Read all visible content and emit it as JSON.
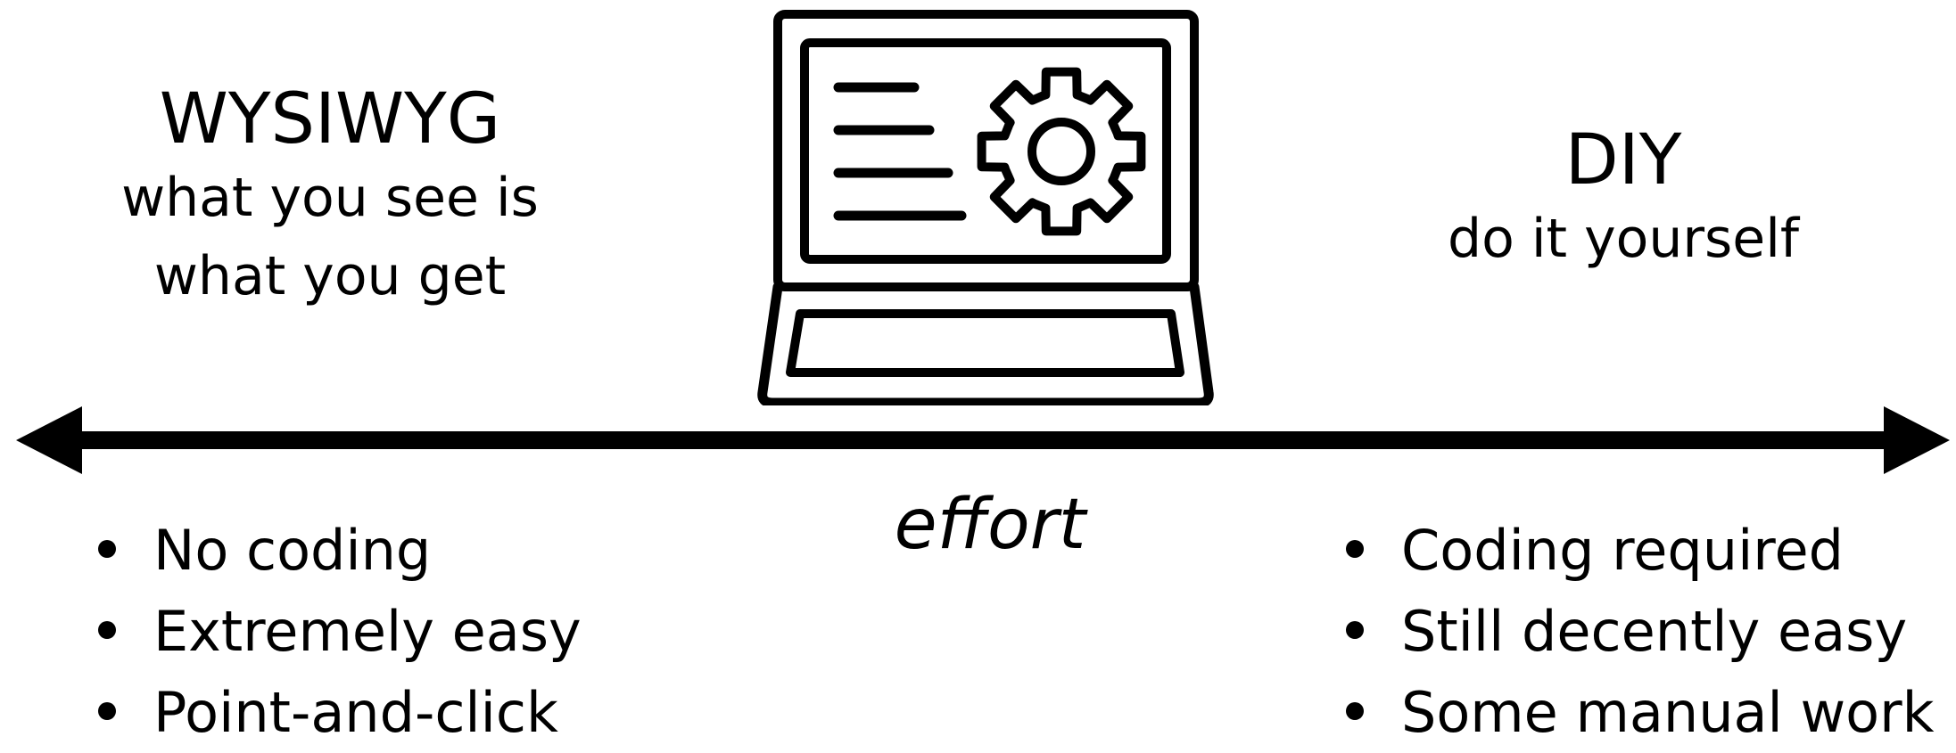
{
  "left": {
    "heading": "WYSIWYG",
    "subtitle_line1": "what you see is",
    "subtitle_line2": "what you get",
    "bullets": [
      "No coding",
      "Extremely easy",
      "Point-and-click"
    ]
  },
  "right": {
    "heading": "DIY",
    "subtitle_line1": "do it yourself",
    "bullets": [
      "Coding required",
      "Still decently easy",
      "Some manual work"
    ]
  },
  "axis": {
    "label": "effort",
    "direction": "bidirectional"
  },
  "icons": {
    "center": "laptop-settings-icon",
    "axis": "double-arrow-icon"
  },
  "colors": {
    "foreground": "#000000",
    "background": "#ffffff"
  }
}
